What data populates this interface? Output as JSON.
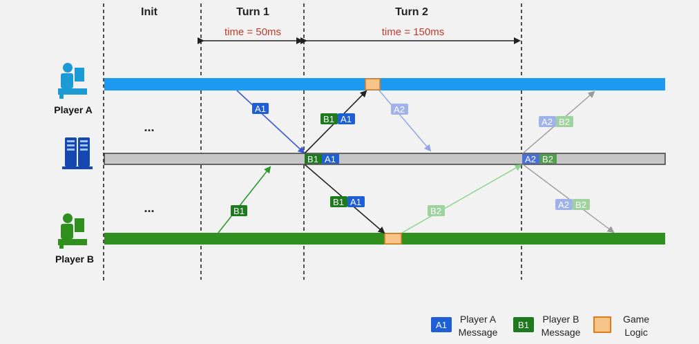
{
  "columns": {
    "init": "Init",
    "turn1": "Turn 1",
    "turn2": "Turn 2"
  },
  "timings": {
    "turn1": "time = 50ms",
    "turn2": "time = 150ms"
  },
  "players": {
    "a": "Player A",
    "b": "Player B"
  },
  "ellipsis": "...",
  "tags": {
    "a1": "A1",
    "b1": "B1",
    "a2": "A2",
    "b2": "B2"
  },
  "legend": {
    "player_a_line1": "Player A",
    "player_a_line2": "Message",
    "player_b_line1": "Player B",
    "player_b_line2": "Message",
    "game_line1": "Game",
    "game_line2": "Logic"
  },
  "colors": {
    "player_a": "#1d9bf0",
    "server": "#c6c6c6",
    "player_b": "#2f8f1f",
    "tag_a": "#1f5fd6",
    "tag_b": "#1e7a1e",
    "game_logic": "#f7c48a",
    "game_logic_border": "#e07b1a",
    "time": "#c0392b"
  },
  "icons": {
    "player_a": "user-computer-icon",
    "server": "server-icon",
    "player_b": "user-computer-icon"
  }
}
